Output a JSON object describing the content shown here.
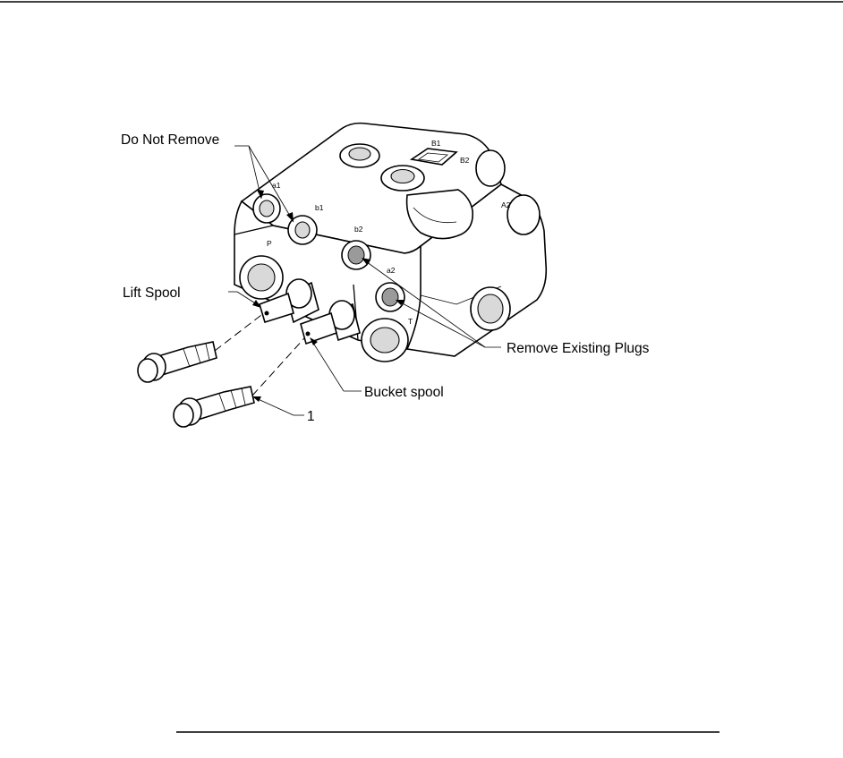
{
  "callouts": {
    "do_not_remove": "Do Not Remove",
    "lift_spool": "Lift Spool",
    "bucket_spool": "Bucket spool",
    "remove_existing_plugs": "Remove Existing Plugs",
    "item_number": "1"
  },
  "port_markings": {
    "b1_top": "B1",
    "b2_top": "B2",
    "a2_side": "A2",
    "a1": "a1",
    "b1": "b1",
    "b2": "b2",
    "a2": "a2",
    "p": "P",
    "t": "T"
  },
  "colors": {
    "ink": "#000000",
    "background": "#ffffff"
  }
}
